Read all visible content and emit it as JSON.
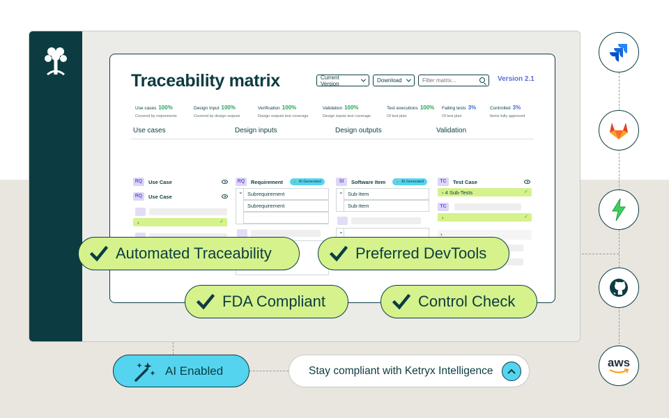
{
  "matrix": {
    "title": "Traceability matrix",
    "version_select": "Current Version",
    "download_select": "Download",
    "filter_placeholder": "Filter matrix...",
    "version_label": "Version 2.1"
  },
  "stats": [
    {
      "label": "Use cases",
      "percent": "100%",
      "sub": "Covered by reqirements",
      "color": "#27a35a"
    },
    {
      "label": "Design Input",
      "percent": "100%",
      "sub": "Covered by design outputs",
      "color": "#27a35a"
    },
    {
      "label": "Verification",
      "percent": "100%",
      "sub": "Design outputs test coverage",
      "color": "#27a35a"
    },
    {
      "label": "Validation",
      "percent": "100%",
      "sub": "Design inputs test coverage",
      "color": "#27a35a"
    },
    {
      "label": "Test executions",
      "percent": "100%",
      "sub": "Of test plan",
      "color": "#27a35a"
    },
    {
      "label": "Failing tests",
      "percent": "3%",
      "sub": "Of test plan",
      "color": "#3b6cd6"
    },
    {
      "label": "Controlled",
      "percent": "3%",
      "sub": "Items fully approved",
      "color": "#3b6cd6"
    }
  ],
  "columns": [
    "Use cases",
    "Design inputs",
    "Design outputs",
    "Validation"
  ],
  "use_cases": [
    {
      "tag": "RQ",
      "label": "Use Case"
    },
    {
      "tag": "RQ",
      "label": "Use Case"
    }
  ],
  "design_inputs": {
    "tag": "RQ",
    "label": "Requirement",
    "ai_badge": "AI Generated",
    "subs": [
      "Subrequirement",
      "Subrequirement"
    ]
  },
  "design_outputs": {
    "tag": "SI",
    "label": "Software Item",
    "ai_badge": "AI Generated",
    "subs": [
      "Sub-Item",
      "Sub-Item"
    ]
  },
  "validation": {
    "tag": "TC",
    "label": "Test Case",
    "subtests": "4 Sub-Tests",
    "tag2": "TC"
  },
  "badges": {
    "automated": "Automated Traceability",
    "devtools": "Preferred DevTools",
    "fda": "FDA Compliant",
    "control": "Control Check"
  },
  "ai_enabled": "AI Enabled",
  "ketryx": "Stay compliant with Ketryx Intelligence",
  "integrations": [
    "jira-icon",
    "gitlab-icon",
    "zap-icon",
    "github-icon",
    "aws-icon"
  ],
  "aws_text": "aws",
  "colors": {
    "dark_teal": "#0c3c42",
    "lime": "#d5f28c",
    "cyan": "#55d4ef",
    "purple_tag": "#dcd6f7"
  }
}
